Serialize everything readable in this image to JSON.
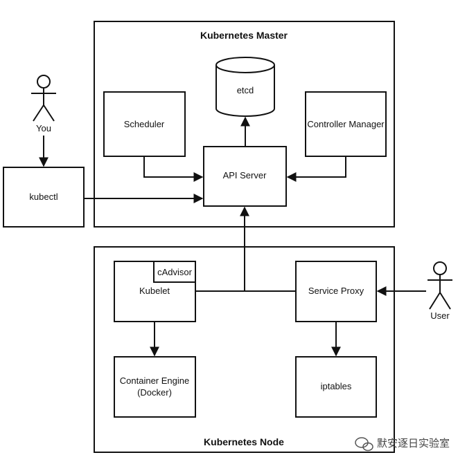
{
  "groups": {
    "master_title": "Kubernetes Master",
    "node_title": "Kubernetes Node"
  },
  "components": {
    "etcd": "etcd",
    "scheduler": "Scheduler",
    "controller_manager": "Controller Manager",
    "api_server": "API Server",
    "kubectl": "kubectl",
    "kubelet": "Kubelet",
    "cadvisor": "cAdvisor",
    "service_proxy": "Service Proxy",
    "container_engine_line1": "Container Engine",
    "container_engine_line2": "(Docker)",
    "iptables": "iptables"
  },
  "actors": {
    "you": "You",
    "user": "User"
  },
  "watermark": {
    "text": "默安逐日实验室",
    "icon": "wechat-icon"
  }
}
